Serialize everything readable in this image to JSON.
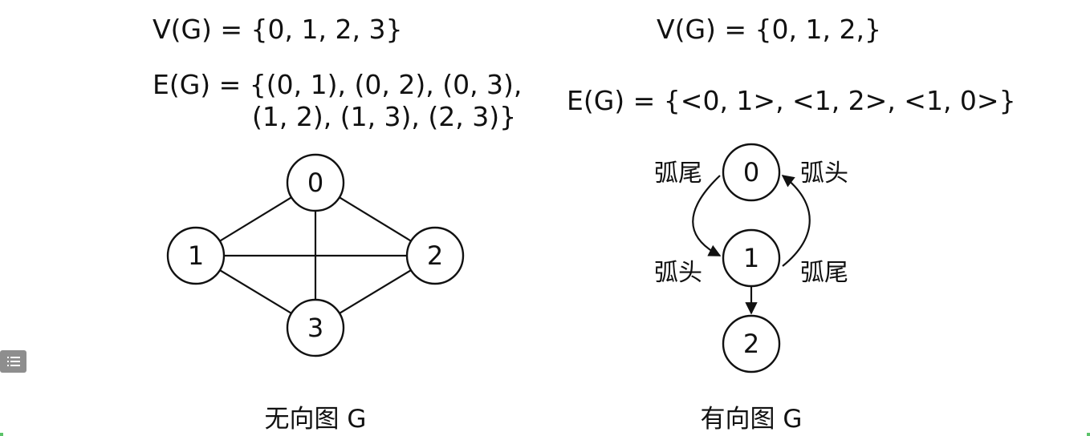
{
  "undirected": {
    "vertex_set": "V(G) = {0, 1, 2, 3}",
    "edge_set_line1": "E(G) = {(0, 1), (0, 2), (0, 3),",
    "edge_set_line2": "(1, 2), (1, 3), (2, 3)}",
    "caption": "无向图 G",
    "nodes": [
      "0",
      "1",
      "2",
      "3"
    ],
    "edges": [
      [
        "0",
        "1"
      ],
      [
        "0",
        "2"
      ],
      [
        "0",
        "3"
      ],
      [
        "1",
        "2"
      ],
      [
        "1",
        "3"
      ],
      [
        "2",
        "3"
      ]
    ]
  },
  "directed": {
    "vertex_set": "V(G) = {0, 1, 2,}",
    "edge_set": "E(G) = {<0, 1>, <1, 2>, <1, 0>}",
    "caption": "有向图 G",
    "nodes": [
      "0",
      "1",
      "2"
    ],
    "arcs": [
      [
        "0",
        "1"
      ],
      [
        "1",
        "2"
      ],
      [
        "1",
        "0"
      ]
    ],
    "labels": {
      "tail_top_left": "弧尾",
      "head_top_right": "弧头",
      "head_mid_left": "弧头",
      "tail_mid_right": "弧尾"
    }
  },
  "toolbar": {
    "outline_icon": "list-icon",
    "outline_icon_color": "#8e8e8e"
  }
}
